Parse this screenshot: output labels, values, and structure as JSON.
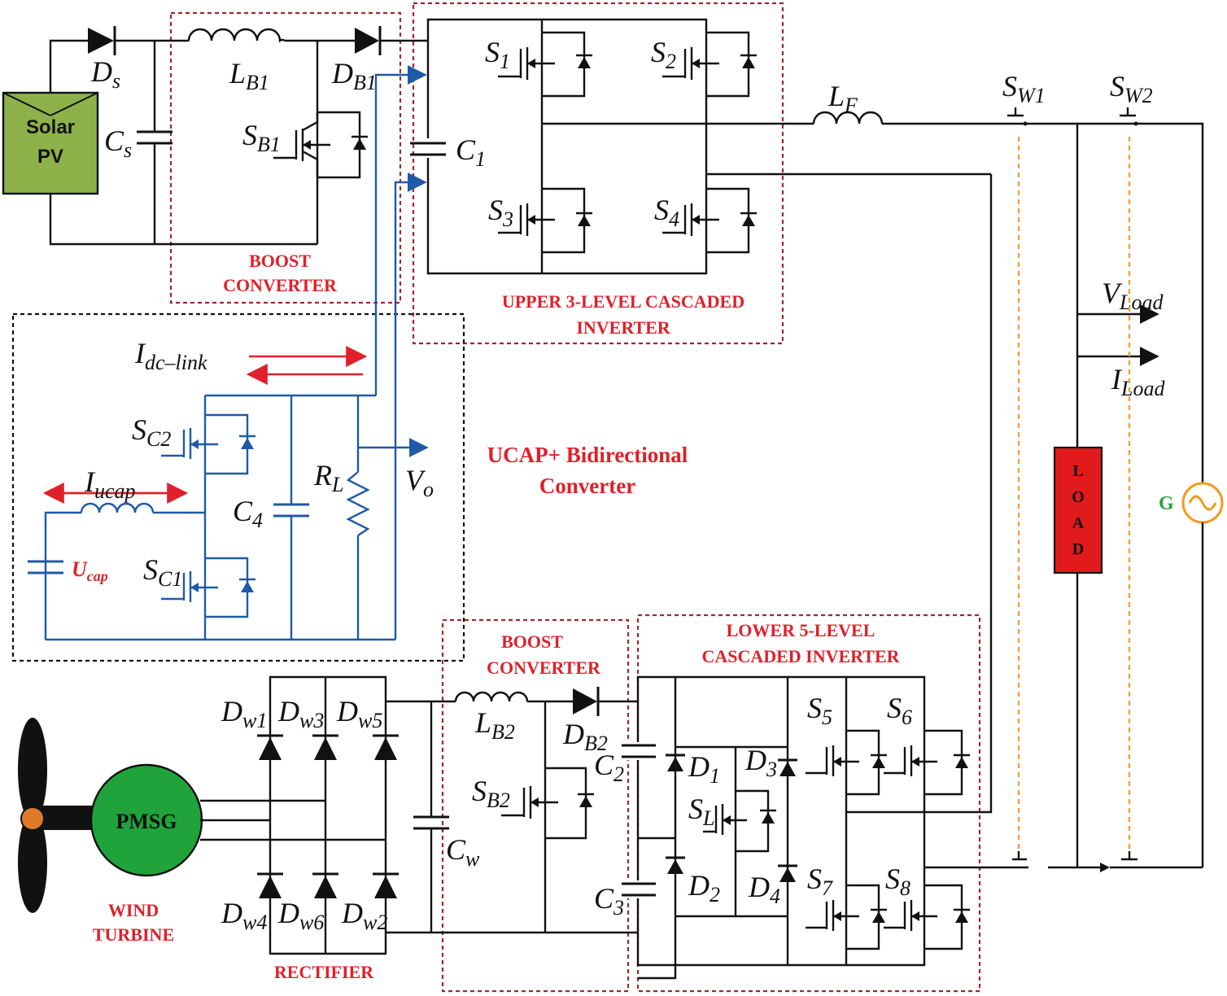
{
  "pv": {
    "label_line1": "Solar",
    "label_line2": "PV",
    "color": "#8db24a"
  },
  "labels": {
    "ds": "D",
    "ds_sub": "s",
    "lb1": "L",
    "lb1_sub": "B1",
    "db1": "D",
    "db1_sub": "B1",
    "cs": "C",
    "cs_sub": "s",
    "sb1": "S",
    "sb1_sub": "B1",
    "c1": "C",
    "c1_sub": "1",
    "s1": "S",
    "s1_sub": "1",
    "s2": "S",
    "s2_sub": "2",
    "s3": "S",
    "s3_sub": "3",
    "s4": "S",
    "s4_sub": "4",
    "lf": "L",
    "lf_sub": "F",
    "sw1": "S",
    "sw1_sub": "W1",
    "sw2": "S",
    "sw2_sub": "W2",
    "vload": "V",
    "vload_sub": "Load",
    "iload": "I",
    "iload_sub": "Load",
    "idc": "I",
    "idc_sub": "dc–link",
    "sc2": "S",
    "sc2_sub": "C2",
    "sc1": "S",
    "sc1_sub": "C1",
    "iucap": "I",
    "iucap_sub": "ucap",
    "ucap": "U",
    "ucap_sub": "cap",
    "c4": "C",
    "c4_sub": "4",
    "rl": "R",
    "rl_sub": "L",
    "vo": "V",
    "vo_sub": "o",
    "g": "G",
    "dw1": "D",
    "dw1_sub": "w1",
    "dw3": "D",
    "dw3_sub": "w3",
    "dw5": "D",
    "dw5_sub": "w5",
    "dw4": "D",
    "dw4_sub": "w4",
    "dw6": "D",
    "dw6_sub": "w6",
    "dw2": "D",
    "dw2_sub": "w2",
    "lb2": "L",
    "lb2_sub": "B2",
    "db2": "D",
    "db2_sub": "B2",
    "sb2": "S",
    "sb2_sub": "B2",
    "cw": "C",
    "cw_sub": "w",
    "c2": "C",
    "c2_sub": "2",
    "c3": "C",
    "c3_sub": "3",
    "d1": "D",
    "d1_sub": "1",
    "d2": "D",
    "d2_sub": "2",
    "d3": "D",
    "d3_sub": "3",
    "d4": "D",
    "d4_sub": "4",
    "sl": "S",
    "sl_sub": "L",
    "s5": "S",
    "s5_sub": "5",
    "s6": "S",
    "s6_sub": "6",
    "s7": "S",
    "s7_sub": "7",
    "s8": "S",
    "s8_sub": "8",
    "pmsg": "PMSG"
  },
  "blocks": {
    "boost_top_line1": "BOOST",
    "boost_top_line2": "CONVERTER",
    "upper_inv_line1": "UPPER 3-LEVEL CASCADED",
    "upper_inv_line2": "INVERTER",
    "ucap_line1": "UCAP+ Bidirectional",
    "ucap_line2": "Converter",
    "boost_bot_line1": "BOOST",
    "boost_bot_line2": "CONVERTER",
    "lower_inv_line1": "LOWER 5-LEVEL",
    "lower_inv_line2": "CASCADED INVERTER",
    "wind_line1": "WIND",
    "wind_line2": "TURBINE",
    "rectifier": "RECTIFIER",
    "load_letters": [
      "L",
      "O",
      "A",
      "D"
    ]
  },
  "colors": {
    "wire": "#111111",
    "control_wire": "#1f5aa6",
    "block_label": "#e0202a",
    "pv_fill": "#8db24a",
    "pmsg_fill": "#21a33c",
    "load_fill": "#e11b1b",
    "generator_stroke": "#f39a1e",
    "generator_label": "#25a33a",
    "switch_link": "#f0a040"
  }
}
